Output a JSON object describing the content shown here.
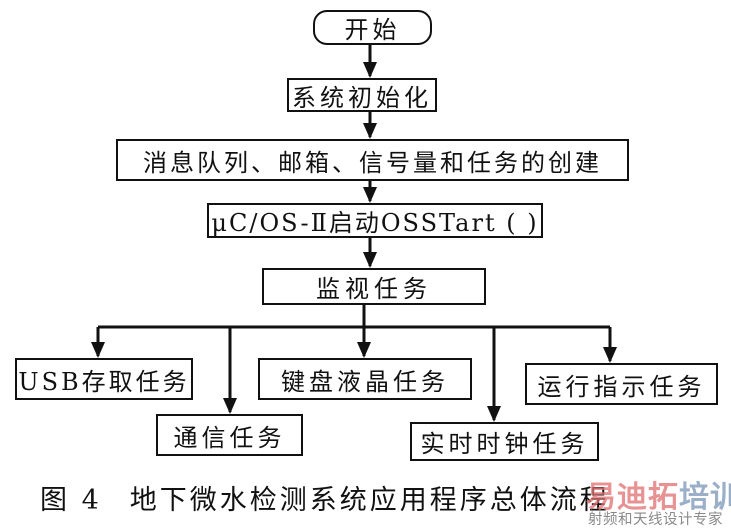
{
  "diagram": {
    "title": "地下微水检测系统应用程序总体流程",
    "nodes": {
      "start": "开始",
      "init": "系统初始化",
      "create": "消息队列、邮箱、信号量和任务的创建",
      "os_start": "μC/OS-Ⅱ启动OSSTart ( )",
      "monitor": "监视任务",
      "usb": "USB存取任务",
      "comm": "通信任务",
      "keyboard": "键盘液晶任务",
      "clock": "实时时钟任务",
      "run_indicator": "运行指示任务"
    },
    "edges": [
      {
        "from": "start",
        "to": "init"
      },
      {
        "from": "init",
        "to": "create"
      },
      {
        "from": "create",
        "to": "os_start"
      },
      {
        "from": "os_start",
        "to": "monitor"
      },
      {
        "from": "monitor",
        "to": "usb"
      },
      {
        "from": "monitor",
        "to": "comm"
      },
      {
        "from": "monitor",
        "to": "keyboard"
      },
      {
        "from": "monitor",
        "to": "clock"
      },
      {
        "from": "monitor",
        "to": "run_indicator"
      }
    ]
  },
  "caption": {
    "figure_label": "图 4",
    "text": "地下微水检测系统应用程序总体流程"
  },
  "watermark": {
    "main_part1": "易迪拓",
    "main_part2": "培训",
    "sub": "射频和天线设计专家",
    "color_main1": "#e07070",
    "color_main2": "#7a95b8"
  }
}
